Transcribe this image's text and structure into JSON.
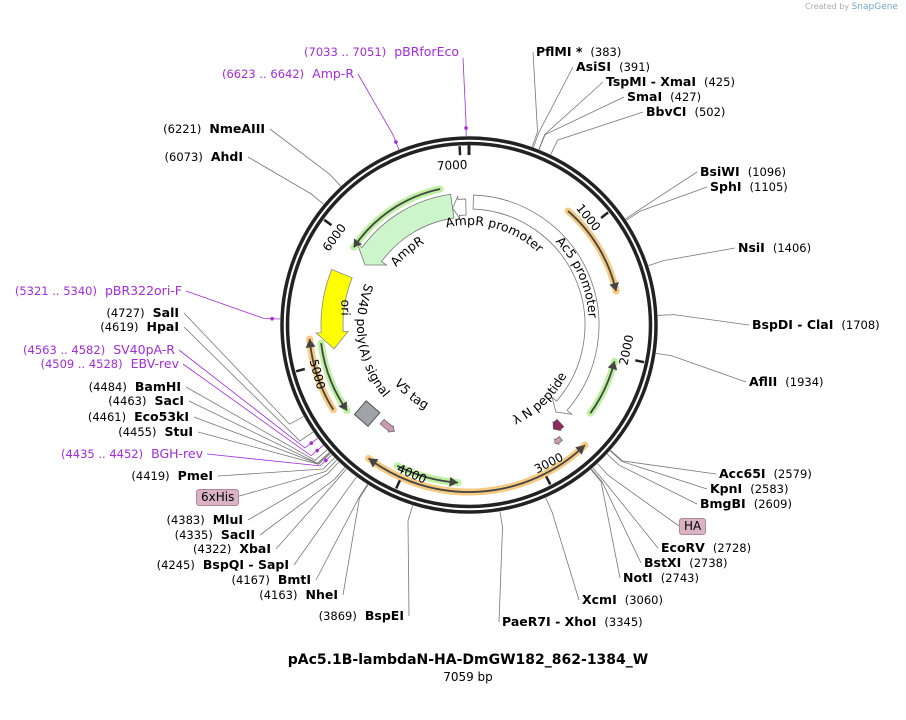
{
  "watermark": {
    "prefix": "Created by",
    "brand": "SnapGene"
  },
  "plasmid": {
    "name": "pAc5.1B-lambdaN-HA-DmGW182_862-1384_W",
    "length_label": "7059 bp",
    "length": 7059
  },
  "ticks": [
    "1000",
    "2000",
    "3000",
    "4000",
    "5000",
    "6000",
    "7000"
  ],
  "features": {
    "ampr": "AmpR",
    "ampr_promoter": "AmpR promoter",
    "ac5_promoter": "Ac5 promoter",
    "ori": "ori",
    "sv40": "SV40 poly(A) signal",
    "v5": "V5 tag",
    "lambdan": "λ N peptide"
  },
  "colors": {
    "ampr": "#ccf5cc",
    "ori": "#ffff00",
    "primer": "#a02cdc",
    "orange": "#f5c16c",
    "green": "#b0ee90",
    "lambdan": "#8f2a5a",
    "v5": "#c99ab0",
    "sv40": "#a0a4a8"
  },
  "enzymes_right": [
    {
      "name": "PflMI *",
      "pos": "383"
    },
    {
      "name": "AsiSI",
      "pos": "391"
    },
    {
      "name": "TspMI  -  XmaI",
      "pos": "425"
    },
    {
      "name": "SmaI",
      "pos": "427"
    },
    {
      "name": "BbvCI",
      "pos": "502"
    },
    {
      "name": "BsiWI",
      "pos": "1096"
    },
    {
      "name": "SphI",
      "pos": "1105"
    },
    {
      "name": "NsiI",
      "pos": "1406"
    },
    {
      "name": "BspDI  -  ClaI",
      "pos": "1708"
    },
    {
      "name": "AflII",
      "pos": "1934"
    },
    {
      "name": "Acc65I",
      "pos": "2579"
    },
    {
      "name": "KpnI",
      "pos": "2583"
    },
    {
      "name": "BmgBI",
      "pos": "2609"
    },
    {
      "name": "EcoRV",
      "pos": "2728"
    },
    {
      "name": "BstXI",
      "pos": "2738"
    },
    {
      "name": "NotI",
      "pos": "2743"
    },
    {
      "name": "XcmI",
      "pos": "3060"
    },
    {
      "name": "PaeR7I  -  XhoI",
      "pos": "3345"
    }
  ],
  "enzymes_left": [
    {
      "name": "NmeAIII",
      "pos": "6221"
    },
    {
      "name": "AhdI",
      "pos": "6073"
    },
    {
      "name": "SalI",
      "pos": "4727"
    },
    {
      "name": "HpaI",
      "pos": "4619"
    },
    {
      "name": "BamHI",
      "pos": "4484"
    },
    {
      "name": "SacI",
      "pos": "4463"
    },
    {
      "name": "Eco53kI",
      "pos": "4461"
    },
    {
      "name": "StuI",
      "pos": "4455"
    },
    {
      "name": "PmeI",
      "pos": "4419"
    },
    {
      "name": "MluI",
      "pos": "4383"
    },
    {
      "name": "SacII",
      "pos": "4335"
    },
    {
      "name": "XbaI",
      "pos": "4322"
    },
    {
      "name": "BspQI  -  SapI",
      "pos": "4245"
    },
    {
      "name": "BmtI",
      "pos": "4167"
    },
    {
      "name": "NheI",
      "pos": "4163"
    },
    {
      "name": "BspEI",
      "pos": "3869"
    }
  ],
  "primers": [
    {
      "name": "pBRforEco",
      "range": "7033 .. 7051",
      "mid": 7042
    },
    {
      "name": "Amp-R",
      "range": "6623 .. 6642",
      "mid": 6632
    },
    {
      "name": "pBR322ori-F",
      "range": "5321 .. 5340",
      "mid": 5330
    },
    {
      "name": "SV40pA-R",
      "range": "4563 .. 4582",
      "mid": 4572
    },
    {
      "name": "EBV-rev",
      "range": "4509 .. 4528",
      "mid": 4518
    },
    {
      "name": "BGH-rev",
      "range": "4435 .. 4452",
      "mid": 4443
    }
  ],
  "badges": [
    {
      "name": "6xHis",
      "pos": 4400
    },
    {
      "name": "HA",
      "pos": 2690
    }
  ]
}
